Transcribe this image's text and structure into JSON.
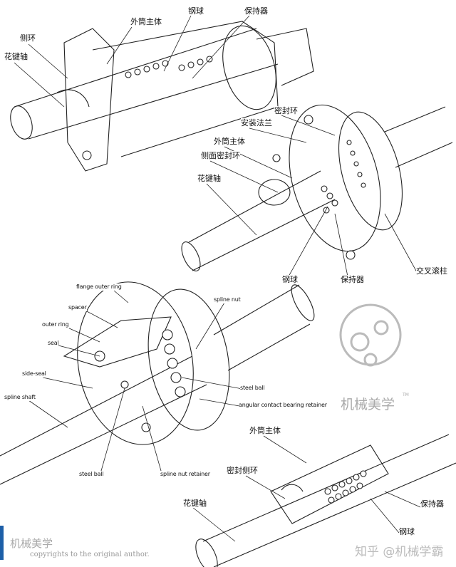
{
  "diagram1": {
    "labels": {
      "outer_body": "外筒主体",
      "steel_ball": "钢球",
      "retainer": "保持器",
      "side_ring": "侧环",
      "spline_shaft": "花键轴"
    }
  },
  "diagram2": {
    "labels": {
      "seal_ring": "密封环",
      "mount_flange": "安装法兰",
      "outer_body": "外筒主体",
      "side_seal_ring": "侧面密封环",
      "spline_shaft": "花键轴",
      "steel_ball": "钢球",
      "retainer": "保持器",
      "cross_roller": "交叉滚柱"
    }
  },
  "diagram3": {
    "labels": {
      "flange_outer_ring": "flange outer ring",
      "spacer": "spacer",
      "outer_ring": "outer ring",
      "seal": "seal",
      "side_seal": "side-seal",
      "spline_shaft": "spline shaft",
      "steel_ball_bottom": "steel ball",
      "spline_nut_retainer": "spline nut retainer",
      "spline_nut": "spline nut",
      "steel_ball_right": "steel ball",
      "angular_retainer": "angular contact bearing retainer"
    }
  },
  "diagram4": {
    "labels": {
      "outer_body": "外筒主体",
      "seal_side_ring": "密封侧环",
      "spline_shaft": "花键轴",
      "retainer": "保持器",
      "steel_ball": "钢球"
    }
  },
  "logo": {
    "text": "机械美学",
    "tm": "TM"
  },
  "watermark": {
    "brand": "机械美学",
    "copyright": "copyrights to the original author.",
    "zhihu": "知乎 @机械学霸"
  }
}
